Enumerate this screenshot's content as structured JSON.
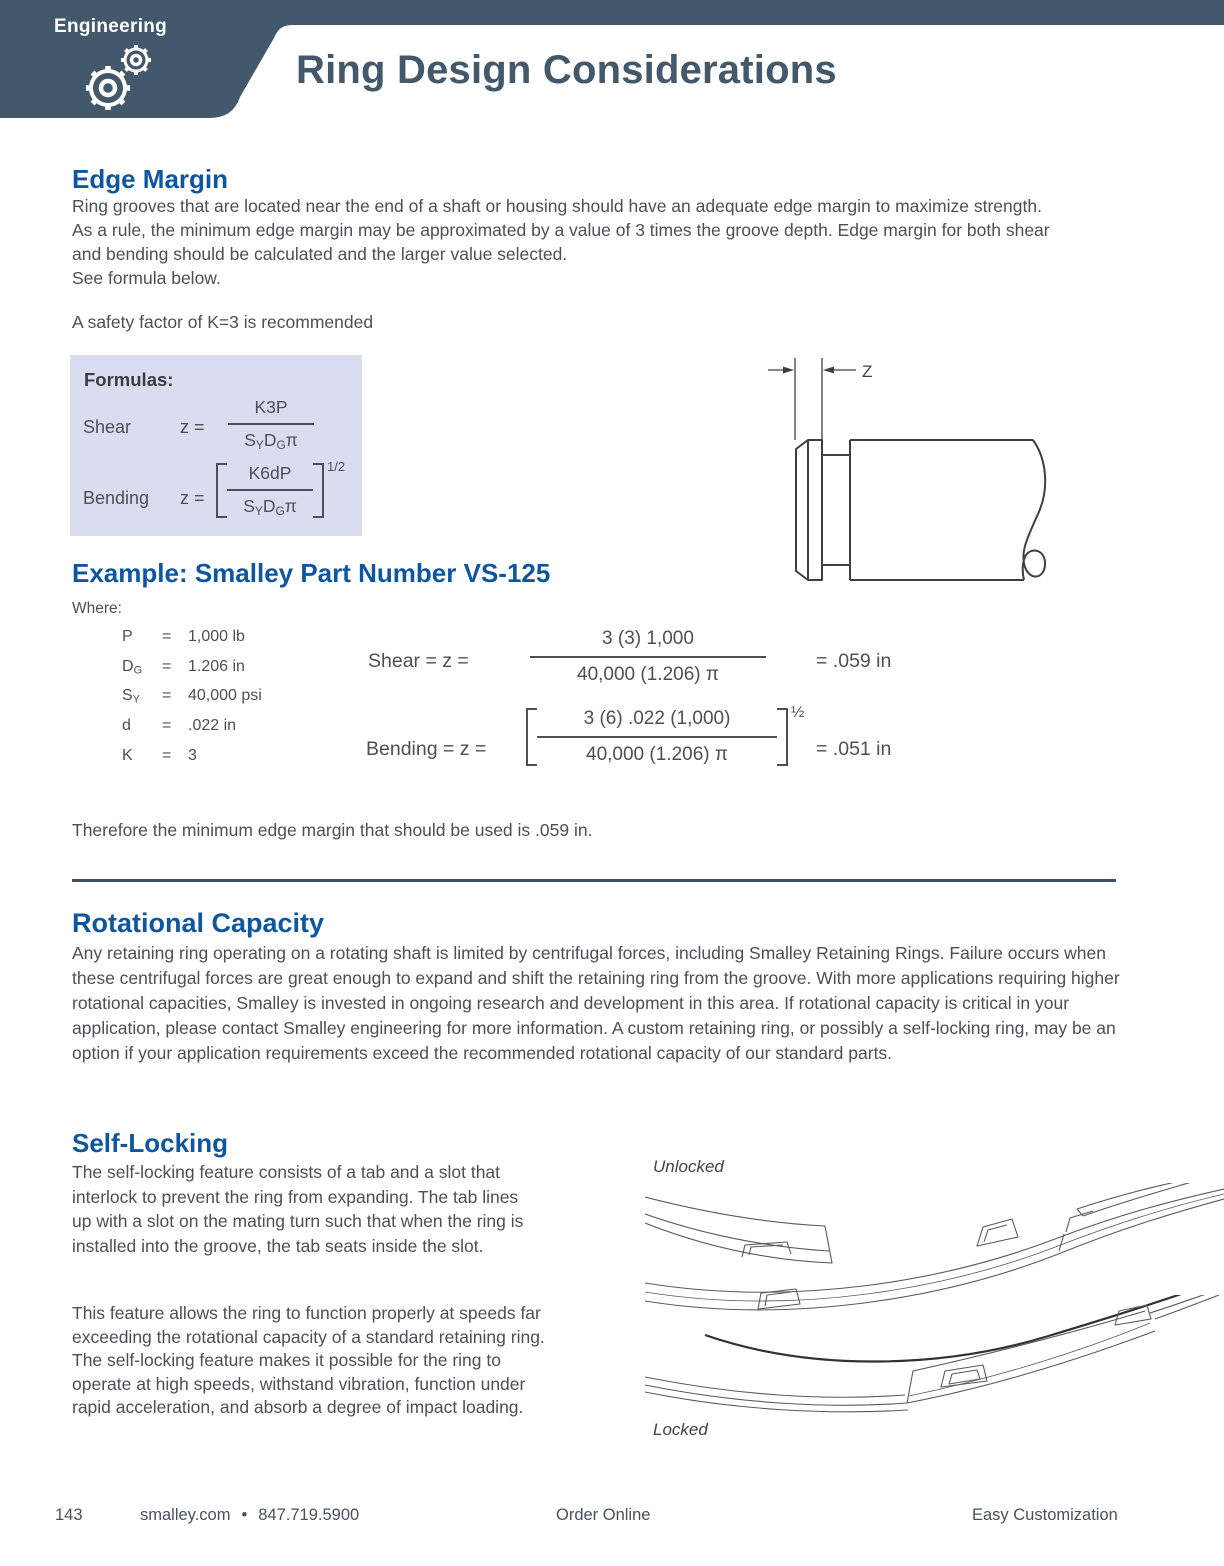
{
  "header": {
    "eyebrow": "Engineering",
    "title": "Ring Design Considerations"
  },
  "edge_margin": {
    "heading": "Edge Margin",
    "body": "Ring grooves that are located near the end of a shaft or housing should have an adequate edge margin to maximize strength. As a rule, the minimum edge margin may be approximated by a value of 3 times the groove depth. Edge margin for both shear and bending should be calculated and the larger value selected.",
    "body2": "See formula below.",
    "safety_note": "A safety factor of K=3 is recommended"
  },
  "formulas": {
    "title": "Formulas:",
    "shear_label": "Shear",
    "bending_label": "Bending",
    "z_equals": "z =",
    "shear_numerator": "K3P",
    "bending_numerator": "K6dP",
    "den_s": "S",
    "den_s_sub": "Y",
    "den_d": "D",
    "den_d_sub": "G",
    "den_pi": "π",
    "bending_exponent": "1/2"
  },
  "diagram": {
    "z_label": "Z"
  },
  "example": {
    "heading": "Example: Smalley Part Number VS-125",
    "where_label": "Where:",
    "eq": "=",
    "variables": [
      {
        "name": "P",
        "sub": "",
        "value": "1,000 lb"
      },
      {
        "name": "D",
        "sub": "G",
        "value": "1.206 in"
      },
      {
        "name": "S",
        "sub": "Y",
        "value": "40,000 psi"
      },
      {
        "name": "d",
        "sub": "",
        "value": ".022 in"
      },
      {
        "name": "K",
        "sub": "",
        "value": "3"
      }
    ],
    "shear": {
      "label": "Shear = z =",
      "numerator": "3 (3) 1,000",
      "denominator": "40,000 (1.206) π",
      "result": "= .059 in"
    },
    "bending": {
      "label": "Bending = z =",
      "numerator": "3 (6) .022 (1,000)",
      "denominator": "40,000 (1.206) π",
      "exponent": "½",
      "result": "= .051 in"
    },
    "conclusion": "Therefore the minimum edge margin that should be used is .059 in."
  },
  "rotational": {
    "heading": "Rotational Capacity",
    "body": "Any retaining ring operating on a rotating shaft is limited by centrifugal forces, including Smalley Retaining Rings. Failure occurs when these centrifugal forces are great enough to expand and shift the retaining ring from the groove. With more applications requiring higher rotational capacities, Smalley is invested in ongoing research and development in this area. If rotational capacity is critical in your application, please contact Smalley engineering for more information. A custom retaining ring, or possibly a self-locking ring, may be an option if your application requirements exceed the recommended rotational capacity of our standard parts."
  },
  "self_locking": {
    "heading": "Self-Locking",
    "para1": "The self-locking feature consists of a tab and a slot that interlock to prevent the ring from expanding. The tab lines up with a slot on the mating turn such that when the ring is installed into the groove, the tab seats inside the slot.",
    "para2": "This feature allows the ring to function properly at speeds far exceeding the rotational capacity of a standard retaining ring. The self-locking feature makes it possible for the ring to operate at high speeds, withstand vibration, function under rapid acceleration, and absorb a degree of impact loading.",
    "unlocked_label": "Unlocked",
    "locked_label": "Locked"
  },
  "footer": {
    "page": "143",
    "site": "smalley.com",
    "bullet": "•",
    "phone": "847.719.5900",
    "order": "Order Online",
    "custom": "Easy Customization"
  },
  "colors": {
    "header_band": "#44586b",
    "heading_blue": "#0f56a0",
    "formula_box_bg": "#d9ddef",
    "body_text": "#4b5056",
    "line_art": "#3b4046"
  }
}
